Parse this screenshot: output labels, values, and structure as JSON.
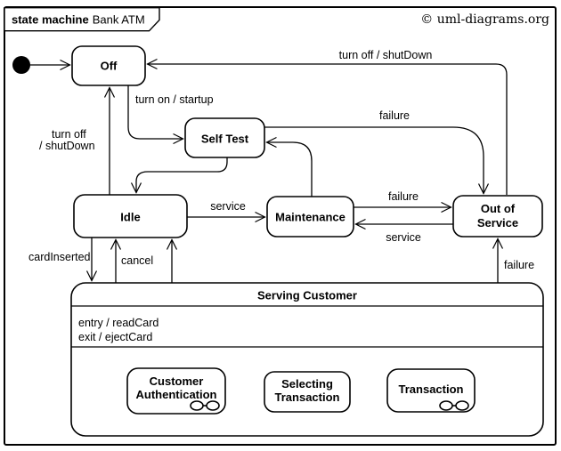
{
  "frame": {
    "title_keyword": "state machine",
    "title_name": "Bank ATM"
  },
  "copyright": "© uml-diagrams.org",
  "colors": {
    "line": "#000000",
    "state_fill": "#ffffff",
    "copyright_text": "#6f6f6f"
  },
  "states": {
    "off": "Off",
    "self_test": "Self Test",
    "idle": "Idle",
    "maintenance": "Maintenance",
    "out_of_service_line1": "Out of",
    "out_of_service_line2": "Service",
    "serving_customer": {
      "title": "Serving Customer",
      "entry": "entry / readCard",
      "exit": "exit / ejectCard",
      "substates": {
        "customer_auth_line1": "Customer",
        "customer_auth_line2": "Authentication",
        "selecting_line1": "Selecting",
        "selecting_line2": "Transaction",
        "transaction": "Transaction"
      }
    }
  },
  "transitions": {
    "oos_to_off": "turn off / shutDown",
    "off_to_selftest": "turn on / startup",
    "idle_to_off_line1": "turn off",
    "idle_to_off_line2": "/ shutDown",
    "selftest_to_oos": "failure",
    "maintenance_to_oos": "failure",
    "serving_to_oos": "failure",
    "idle_to_maintenance": "service",
    "oos_to_maintenance": "service",
    "idle_to_serving": "cardInserted",
    "serving_to_idle": "cancel"
  }
}
